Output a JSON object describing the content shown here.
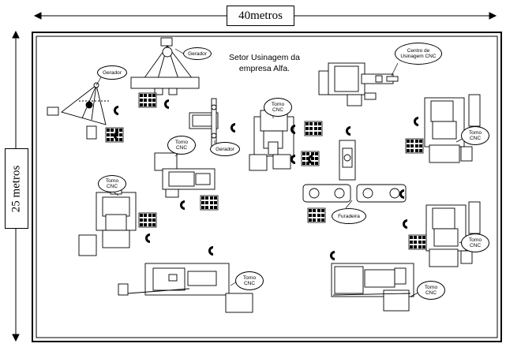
{
  "dimensions": {
    "width_label": "40metros",
    "height_label": "25 metros"
  },
  "title": {
    "line1": "Setor Usinagem  da",
    "line2": "empresa Alfa."
  },
  "labels": {
    "gerador_1": "Gerador",
    "gerador_2": "Gerador",
    "gerador_3": "Gerador",
    "centro_usinagem": "Centro de\nUsinagem CNC",
    "torno_1": "Torno\nCNC",
    "torno_2": "Torno\nCNC",
    "torno_3": "Torno\nCNC",
    "torno_4": "Torno\nCNC",
    "torno_5": "Torno\nCNC",
    "torno_6": "Torno\nCNC",
    "torno_7": "Torno\nCNC",
    "furadeira": "Furadeira"
  }
}
